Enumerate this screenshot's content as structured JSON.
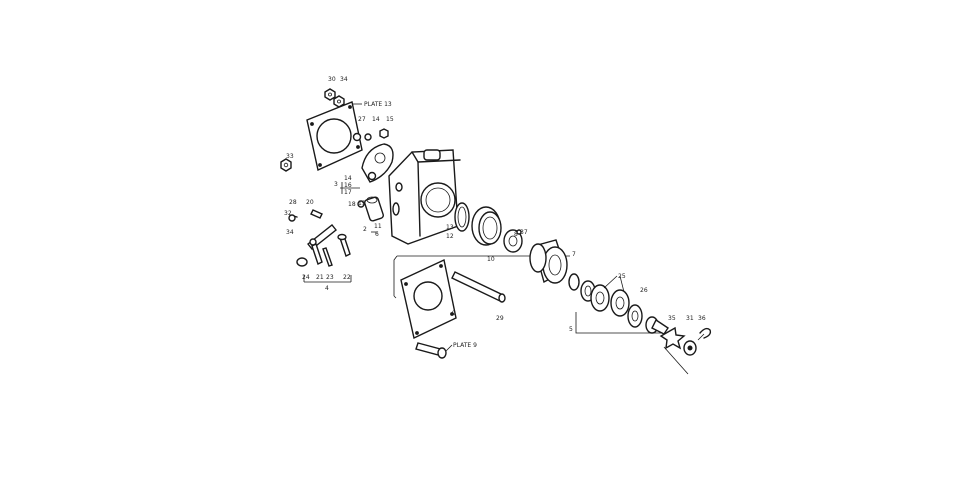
{
  "labels": {
    "l30": "30",
    "l34a": "34",
    "plate13": "PLATE 13",
    "l27": "27",
    "l14a": "14",
    "l15": "15",
    "l3": "3",
    "l14b": "14",
    "l16": "16",
    "l17": "17",
    "l18": "18",
    "l19": "19",
    "l28": "28",
    "l20": "20",
    "l32": "32",
    "l33": "33",
    "l34b": "34",
    "l2": "2",
    "l11": "11",
    "l6": "6",
    "l24": "24",
    "l21": "21",
    "l23": "23",
    "l22": "22",
    "l4": "4",
    "l13": "13",
    "l12": "12",
    "l8": "8",
    "l37": "37",
    "l10": "10",
    "l7": "7",
    "l25": "25",
    "l26": "26",
    "l29": "29",
    "l9": "9",
    "plate9": "PLATE 9",
    "l5": "5",
    "l35": "35",
    "l31": "31",
    "l36": "36"
  }
}
